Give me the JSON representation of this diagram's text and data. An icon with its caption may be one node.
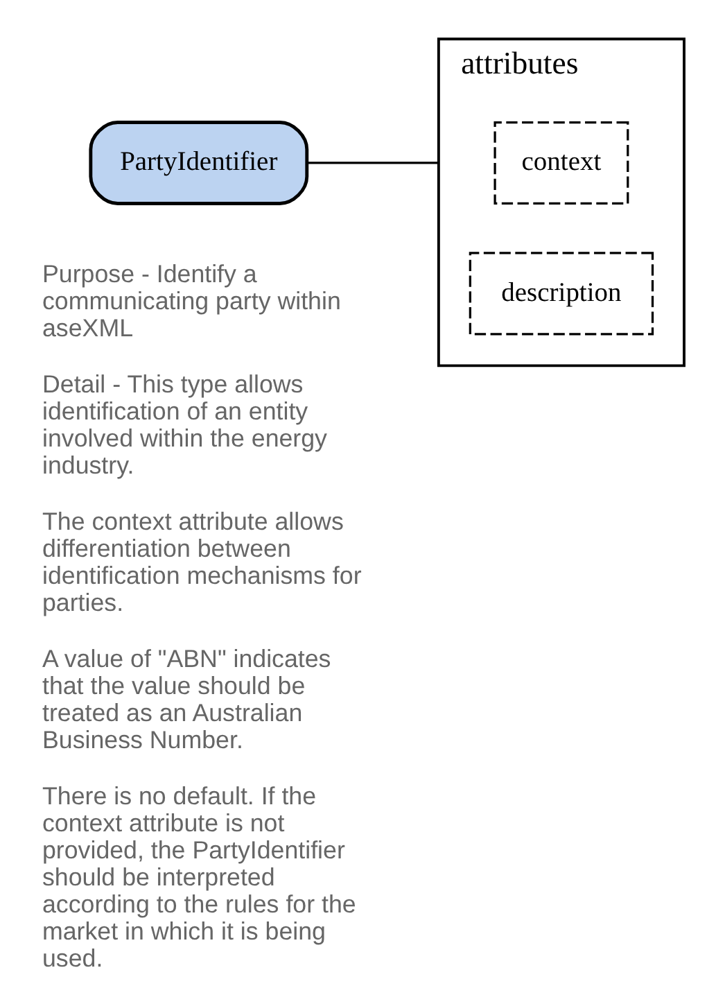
{
  "diagram": {
    "nodes": [
      {
        "text": [
          "PartyIdentifier"
        ],
        "beside": [
          "Purpose - Identify a communicating party within aseXML",
          "Detail - This type allows identification of an entity involved within the energy industry.",
          "The context attribute allows differentiation between identification mechanisms for parties.",
          "A value of \"ABN\" indicates that the value should be treated as an Australian Business Number.",
          "There is no default. If the context attribute is not provided, the PartyIdentifier should be interpreted according to the rules for the market in which it is being used."
        ]
      },
      {
        "text": [
          "attributes"
        ]
      },
      {
        "text": [
          "context"
        ],
        "in": 1
      },
      {
        "text": [
          "description"
        ],
        "in": 1
      }
    ],
    "edges": [
      {
        "from": 0,
        "to": 1,
        "arrow": "none"
      }
    ]
  }
}
